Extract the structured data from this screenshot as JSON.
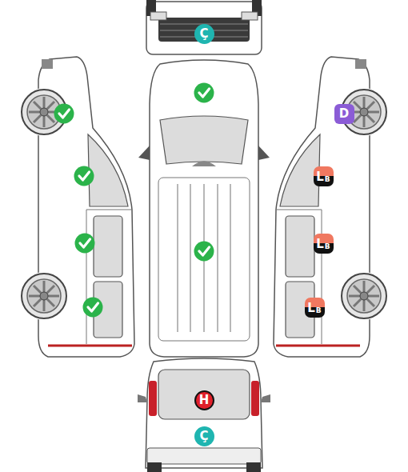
{
  "diagram": {
    "nodes": [
      {
        "text": [
          "Ç"
        ]
      },
      {
        "text": [
          "D"
        ]
      },
      {
        "text": [
          "L",
          "B"
        ]
      },
      {
        "text": [
          "L",
          "B"
        ]
      },
      {
        "text": [
          "L",
          "B"
        ]
      },
      {
        "text": [
          "H"
        ]
      },
      {
        "text": [
          "Ç"
        ]
      }
    ]
  }
}
